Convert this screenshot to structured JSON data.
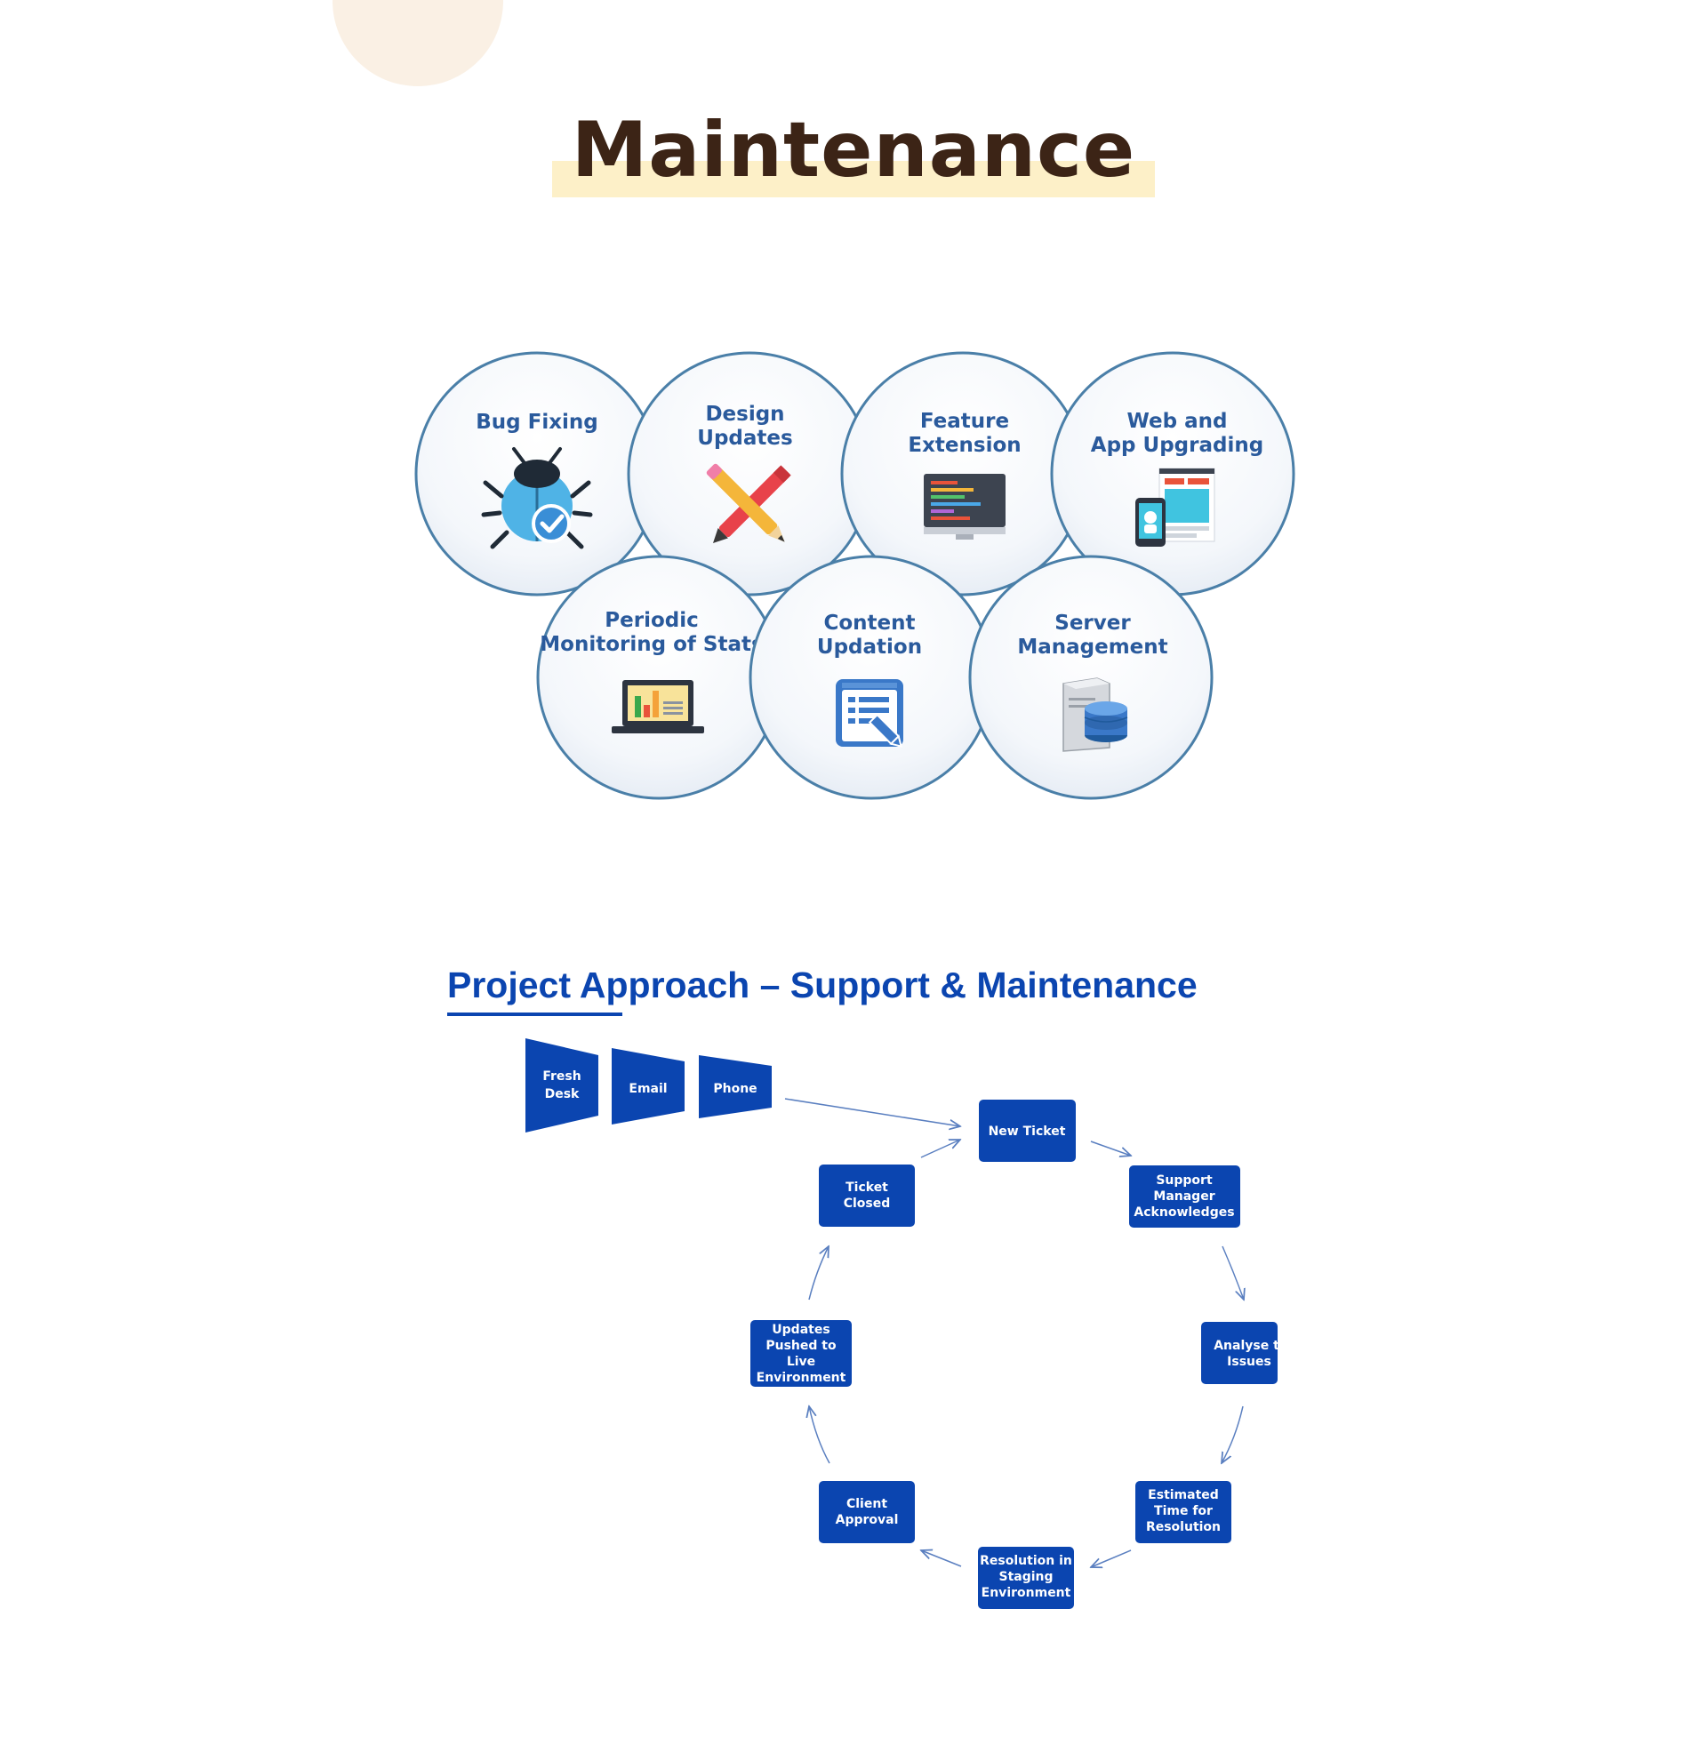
{
  "page": {
    "title": "Maintenance"
  },
  "services": [
    {
      "id": "bug",
      "label": [
        "Bug Fixing"
      ],
      "icon": "bug-icon"
    },
    {
      "id": "design",
      "label": [
        "Design",
        "Updates"
      ],
      "icon": "pencil-brush-icon"
    },
    {
      "id": "feature",
      "label": [
        "Feature",
        "Extension"
      ],
      "icon": "monitor-code-icon"
    },
    {
      "id": "upgrade",
      "label": [
        "Web and",
        "App Upgrading"
      ],
      "icon": "web-app-icon"
    },
    {
      "id": "stats",
      "label": [
        "Periodic",
        "Monitoring of Stats"
      ],
      "icon": "laptop-chart-icon"
    },
    {
      "id": "content",
      "label": [
        "Content",
        "Updation"
      ],
      "icon": "document-edit-icon"
    },
    {
      "id": "server",
      "label": [
        "Server",
        "Management"
      ],
      "icon": "server-database-icon"
    }
  ],
  "approach": {
    "title": "Project Approach – Support & Maintenance",
    "channels": [
      {
        "label": [
          "Fresh",
          "Desk"
        ]
      },
      {
        "label": [
          "Email"
        ]
      },
      {
        "label": [
          "Phone"
        ]
      }
    ],
    "steps": [
      {
        "id": "new",
        "label": [
          "New Ticket"
        ]
      },
      {
        "id": "ack",
        "label": [
          "Support",
          "Manager",
          "Acknowledges"
        ]
      },
      {
        "id": "analyse",
        "label": [
          "Analyse th",
          "Issues"
        ]
      },
      {
        "id": "estimate",
        "label": [
          "Estimated",
          "Time for",
          "Resolution"
        ]
      },
      {
        "id": "staging",
        "label": [
          "Resolution in",
          "Staging",
          "Environment"
        ]
      },
      {
        "id": "approval",
        "label": [
          "Client",
          "Approval"
        ]
      },
      {
        "id": "live",
        "label": [
          "Updates",
          "Pushed to",
          "Live",
          "Environment"
        ]
      },
      {
        "id": "closed",
        "label": [
          "Ticket",
          "Closed"
        ]
      }
    ]
  },
  "colors": {
    "accent_dark": "#3c2416",
    "highlight": "#fdf0c8",
    "bubble_border": "#4a7fa8",
    "bubble_text": "#2a5a9c",
    "flow_blue": "#0b45b0",
    "arrow": "#5a7fc0"
  }
}
